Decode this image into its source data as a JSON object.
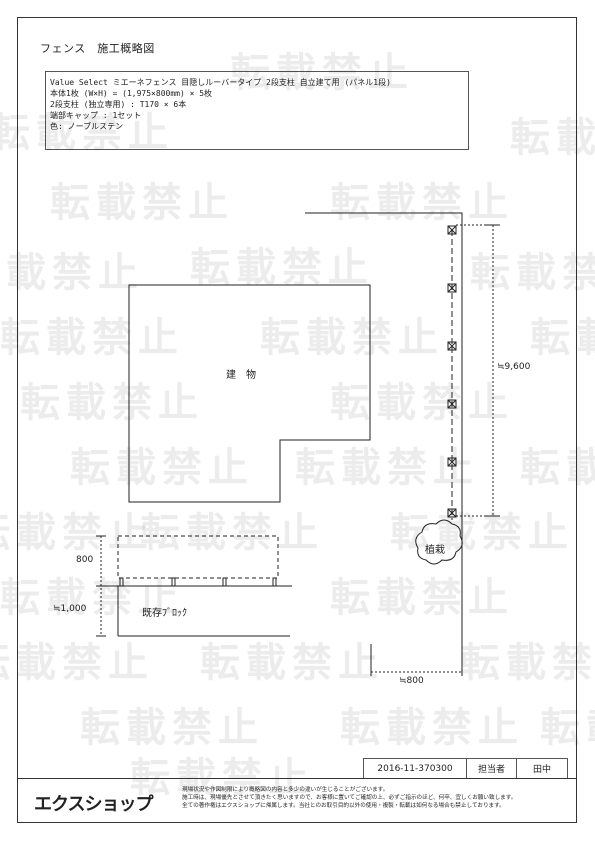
{
  "header": {
    "title": "フェンス　施工概略図"
  },
  "spec": {
    "lines": [
      "Value Select ミエーネフェンス 目隠しルーバータイプ 2段支柱 自立建て用 (パネル1段)",
      "本体1枚 (W×H) =  (1,975×800mm)  × 5枚",
      "2段支柱 (独立専用)  :  T170  ×  6本",
      "端部キャップ :  1セット",
      "色:  ノーブルステン"
    ]
  },
  "drawing": {
    "building_label": "建　物",
    "planting_label": "植栽",
    "block_label": "既存ﾌﾞﾛｯｸ",
    "dim_vertical_right": "≒9,600",
    "dim_bottom": "≒800",
    "dim_left_top": "800",
    "dim_left_bottom": "≒1,000"
  },
  "watermark": {
    "text": "転載禁止"
  },
  "meta": {
    "doc_number": "2016-11-370300",
    "staff_label": "担当者",
    "staff_name": "田中"
  },
  "footer": {
    "logo": "エクスショップ",
    "notes": [
      "現場状況や作図制限により概略図の内容と多少の違いが生じることがございます。",
      "施工時は、現場優先とさせて頂きたく思いますので、お客様に置いてご確認の上、必ずご指示のほど、何卒、宜しくお願い致します。",
      "全ての著作権はエクスショップに帰属します。当社とのお取引目的以外の使用・複製・転載は如何なる場合も禁止しております。"
    ]
  }
}
